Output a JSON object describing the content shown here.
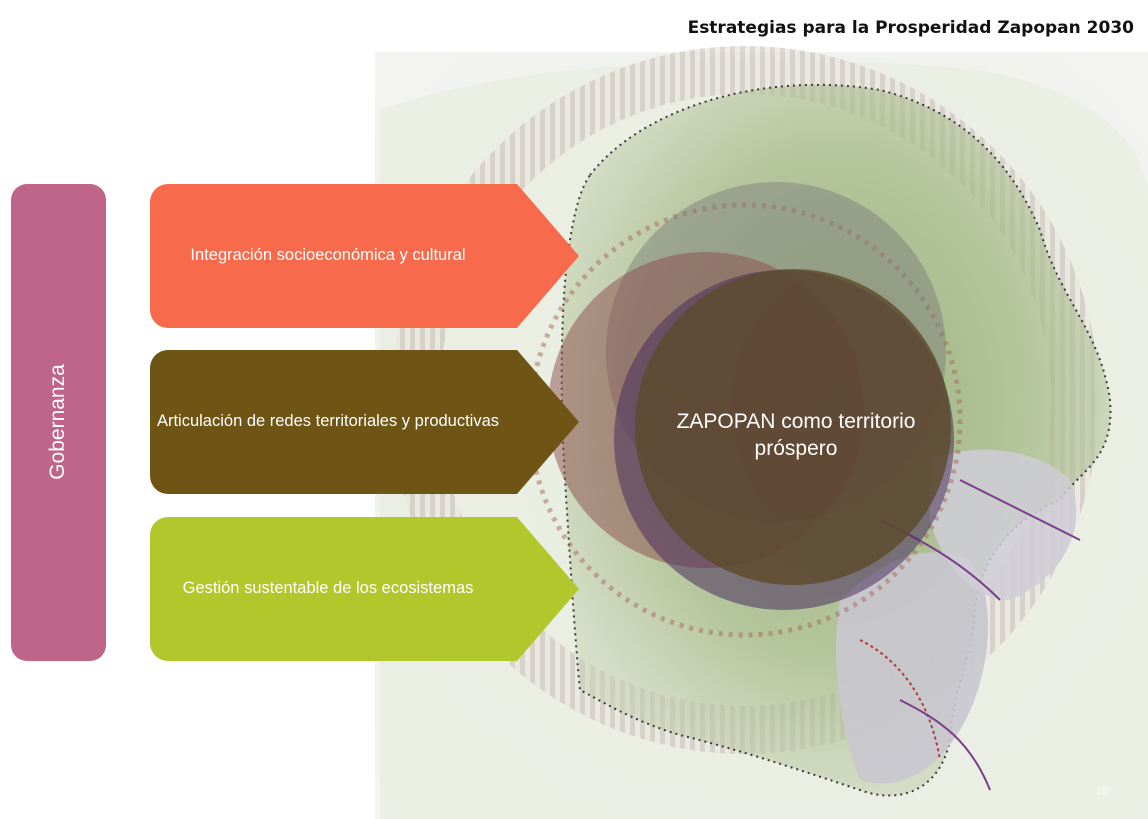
{
  "header": {
    "title": "Estrategias para la Prosperidad Zapopan 2030"
  },
  "governance": {
    "label": "Gobernanza",
    "color": "#c0658a"
  },
  "strategies": [
    {
      "label": "Integración socioeconómica y cultural",
      "color": "#f86a4c"
    },
    {
      "label": "Articulación de redes territoriales y productivas",
      "color": "#6e5515"
    },
    {
      "label": "Gestión sustentable de los ecosistemas",
      "color": "#b1c72c"
    }
  ],
  "center": {
    "label": "ZAPOPAN como territorio próspero",
    "circle_colors": [
      "#7a7a7a",
      "#8c4b4b",
      "#4a2f5e",
      "#5e4a2a"
    ]
  },
  "background": {
    "map_colors": [
      "#9fb47e",
      "#d9d4cc",
      "#bba6a0"
    ]
  },
  "footer": {
    "page_number": "18"
  }
}
